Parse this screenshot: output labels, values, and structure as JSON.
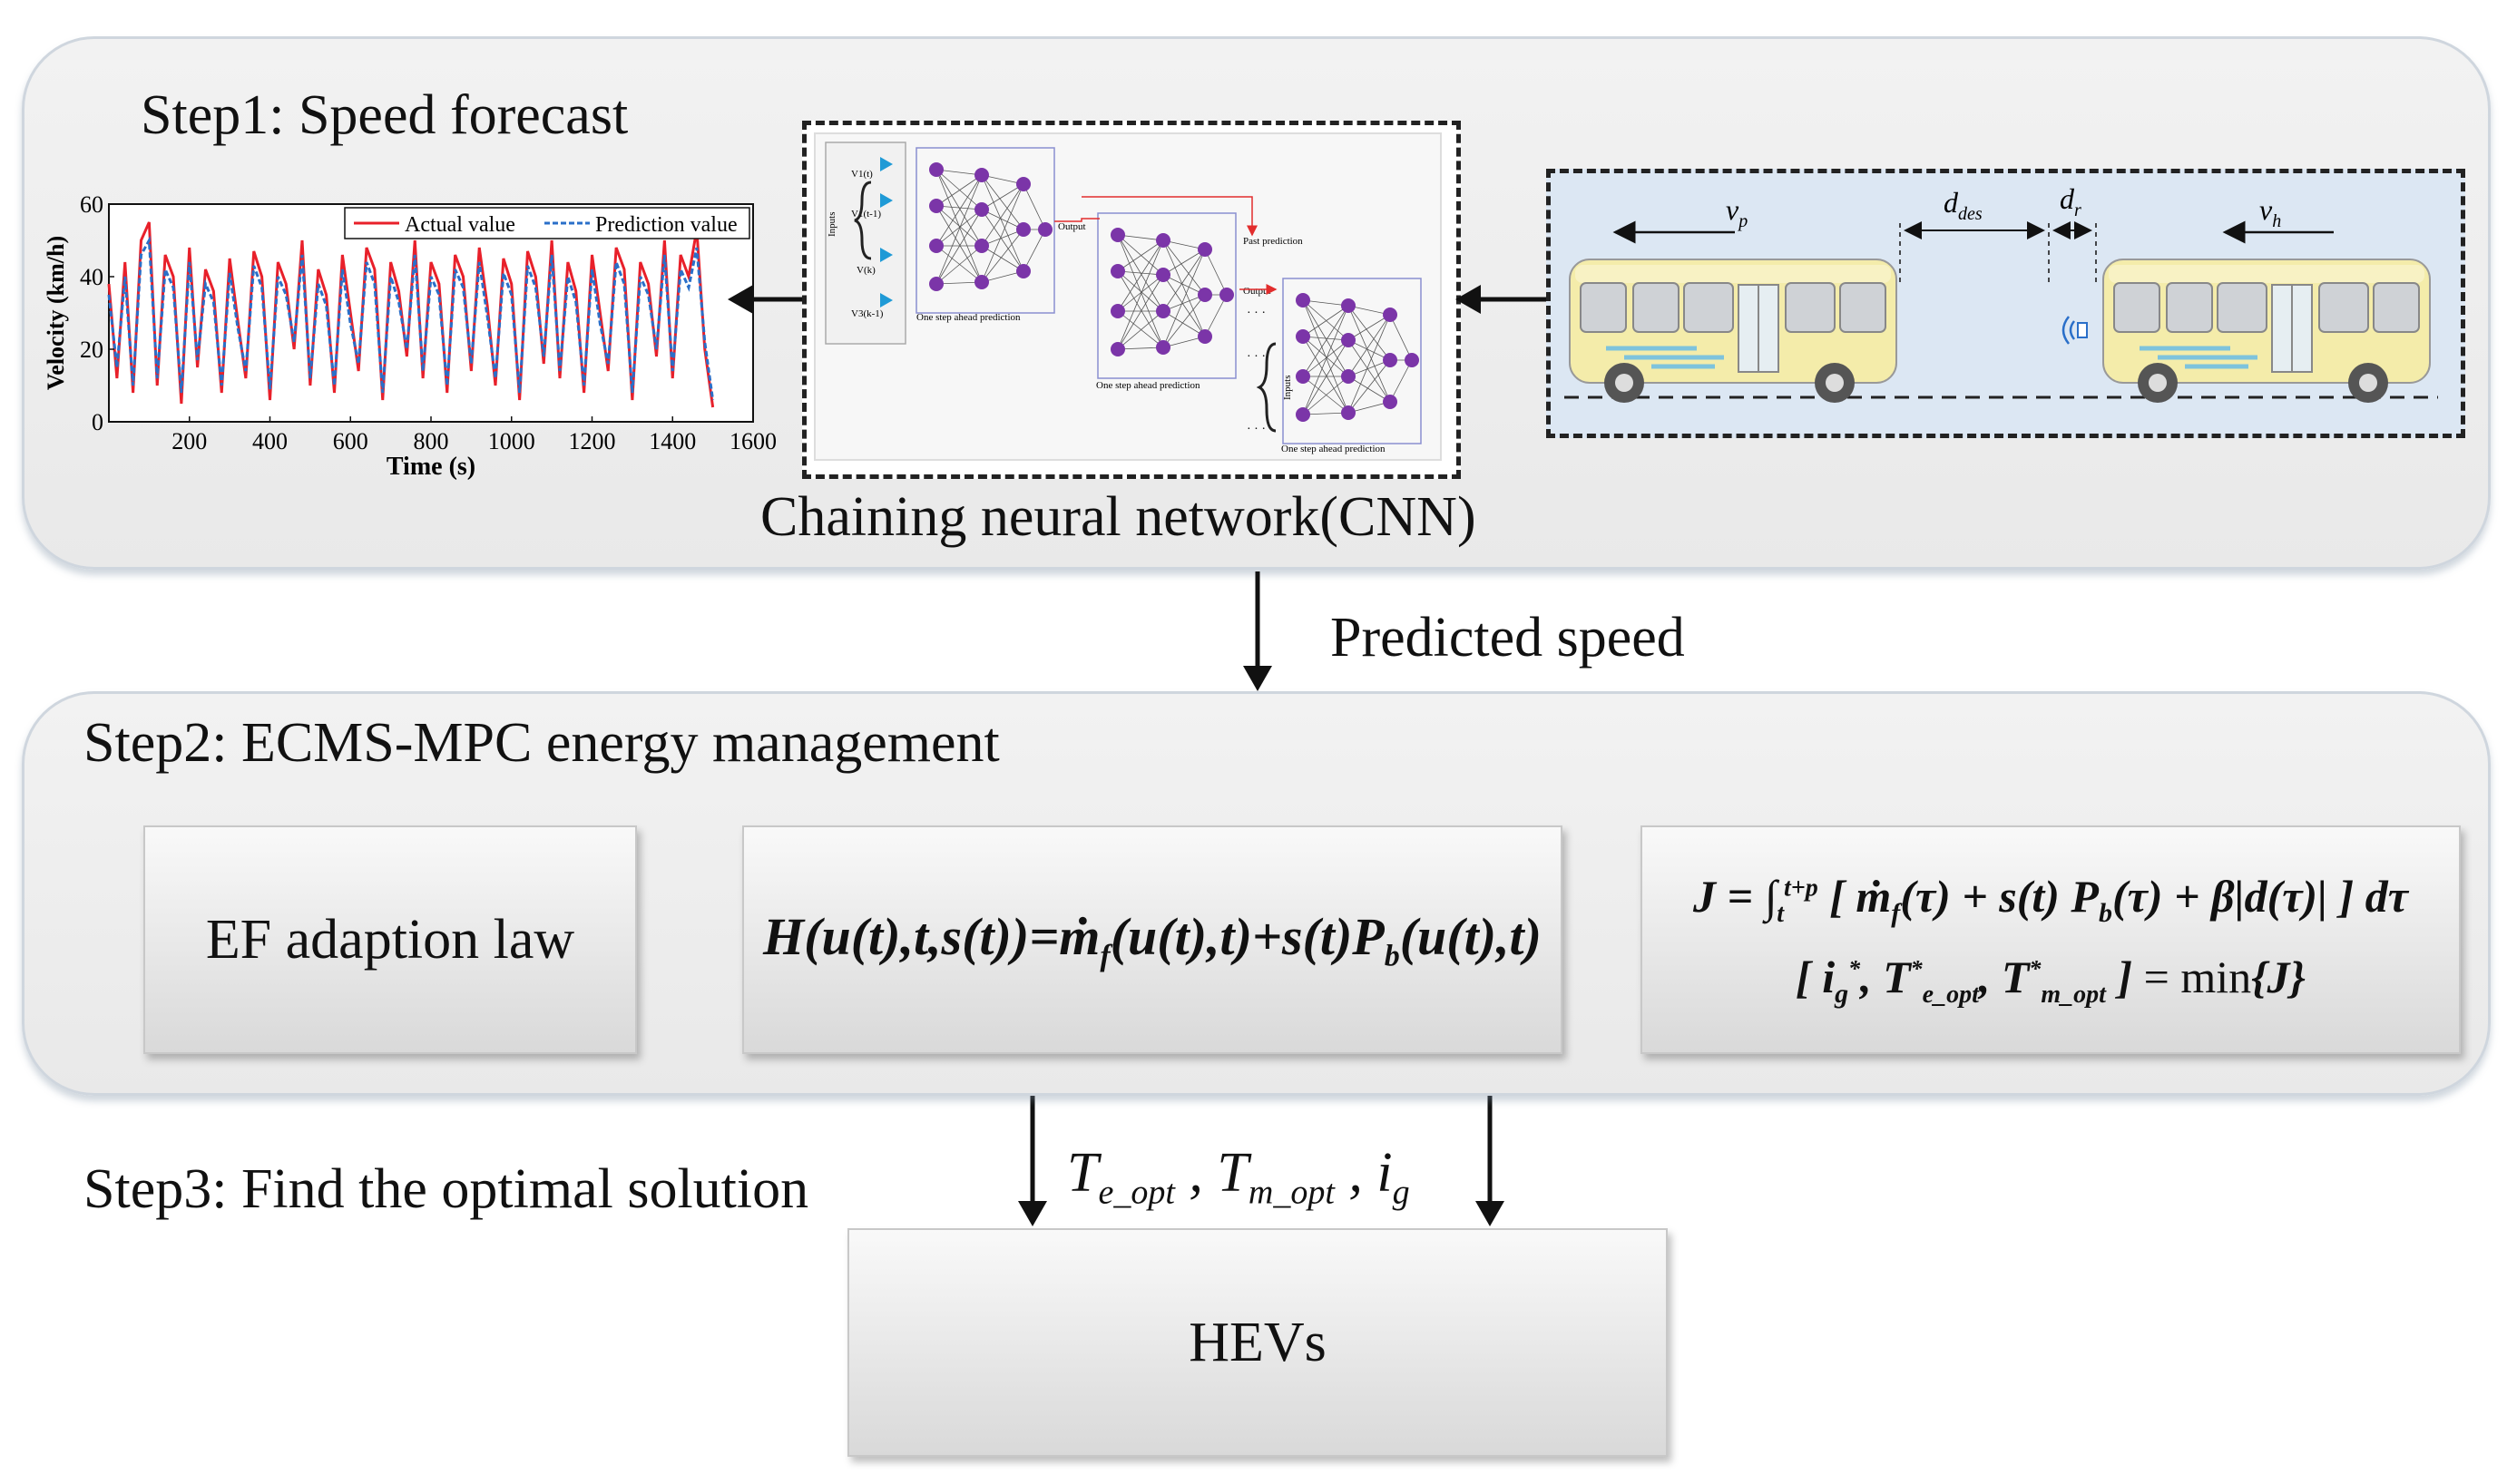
{
  "step1": {
    "title": "Step1: Speed forecast",
    "cnn_caption": "Chaining neural network(CNN)",
    "cnn_labels": {
      "inputs": "Inputs",
      "v1": "V1(t)",
      "v1_prev": "V1(t-1)",
      "vk": "V(k)",
      "v3": "V3(k-1)",
      "output": "Output",
      "past_prediction": "Past prediction",
      "one_step": "One step ahead prediction"
    },
    "bus_labels": {
      "vp": "v",
      "vp_sub": "p",
      "ddes": "d",
      "ddes_sub": "des",
      "dr": "d",
      "dr_sub": "r",
      "vh": "v",
      "vh_sub": "h"
    }
  },
  "chart_data": {
    "type": "line",
    "xlabel": "Time (s)",
    "ylabel": "Velocity (km/h)",
    "xlim": [
      0,
      1600
    ],
    "ylim": [
      0,
      60
    ],
    "x_ticks": [
      "200",
      "400",
      "600",
      "800",
      "1000",
      "1200",
      "1400",
      "1600"
    ],
    "y_ticks": [
      "0",
      "20",
      "40",
      "60"
    ],
    "legend_position": "top-right",
    "series": [
      {
        "name": "Actual value",
        "color": "#e8202a",
        "style": "solid",
        "x": [
          0,
          20,
          40,
          60,
          80,
          100,
          120,
          140,
          160,
          180,
          200,
          220,
          240,
          260,
          280,
          300,
          320,
          340,
          360,
          380,
          400,
          420,
          440,
          460,
          480,
          500,
          520,
          540,
          560,
          580,
          600,
          620,
          640,
          660,
          680,
          700,
          720,
          740,
          760,
          780,
          800,
          820,
          840,
          860,
          880,
          900,
          920,
          940,
          960,
          980,
          1000,
          1020,
          1040,
          1060,
          1080,
          1100,
          1120,
          1140,
          1160,
          1180,
          1200,
          1220,
          1240,
          1260,
          1280,
          1300,
          1320,
          1340,
          1360,
          1380,
          1400,
          1420,
          1440,
          1460,
          1480,
          1500
        ],
        "values": [
          38,
          12,
          44,
          8,
          50,
          55,
          10,
          46,
          40,
          5,
          48,
          15,
          42,
          36,
          8,
          45,
          28,
          12,
          47,
          40,
          6,
          44,
          38,
          20,
          50,
          10,
          42,
          35,
          8,
          46,
          30,
          14,
          48,
          42,
          6,
          44,
          36,
          18,
          50,
          12,
          44,
          38,
          8,
          46,
          40,
          14,
          48,
          32,
          10,
          45,
          38,
          6,
          47,
          40,
          16,
          50,
          12,
          44,
          36,
          8,
          46,
          30,
          14,
          48,
          42,
          6,
          44,
          38,
          18,
          50,
          12,
          46,
          40,
          53,
          20,
          4
        ]
      },
      {
        "name": "Prediction value",
        "color": "#2a6fc9",
        "style": "dashed",
        "x": [
          0,
          20,
          40,
          60,
          80,
          100,
          120,
          140,
          160,
          180,
          200,
          220,
          240,
          260,
          280,
          300,
          320,
          340,
          360,
          380,
          400,
          420,
          440,
          460,
          480,
          500,
          520,
          540,
          560,
          580,
          600,
          620,
          640,
          660,
          680,
          700,
          720,
          740,
          760,
          780,
          800,
          820,
          840,
          860,
          880,
          900,
          920,
          940,
          960,
          980,
          1000,
          1020,
          1040,
          1060,
          1080,
          1100,
          1120,
          1140,
          1160,
          1180,
          1200,
          1220,
          1240,
          1260,
          1280,
          1300,
          1320,
          1340,
          1360,
          1380,
          1400,
          1420,
          1440,
          1460,
          1480,
          1500
        ],
        "values": [
          35,
          15,
          40,
          10,
          46,
          50,
          12,
          42,
          37,
          8,
          44,
          17,
          38,
          33,
          10,
          41,
          26,
          14,
          43,
          37,
          9,
          40,
          35,
          22,
          46,
          12,
          38,
          32,
          10,
          42,
          27,
          16,
          44,
          38,
          8,
          40,
          33,
          20,
          46,
          14,
          40,
          35,
          10,
          42,
          37,
          16,
          44,
          29,
          12,
          41,
          35,
          8,
          43,
          37,
          18,
          46,
          14,
          40,
          33,
          10,
          42,
          27,
          16,
          44,
          38,
          8,
          40,
          35,
          20,
          46,
          14,
          42,
          37,
          48,
          22,
          6
        ]
      }
    ]
  },
  "flow": {
    "predicted_speed": "Predicted speed"
  },
  "step2": {
    "title": "Step2: ECMS-MPC energy management",
    "ef_box": "EF adaption law"
  },
  "step3": {
    "title": "Step3: Find the optimal solution",
    "hevs": "HEVs"
  },
  "colors": {
    "panel_bg": "#ececec",
    "bus_panel_bg": "#dce7f3",
    "bus_body": "#f4ecaa",
    "node": "#7b35a8",
    "input_arrow": "#1f9ad6",
    "link_red": "#e22d2d"
  }
}
